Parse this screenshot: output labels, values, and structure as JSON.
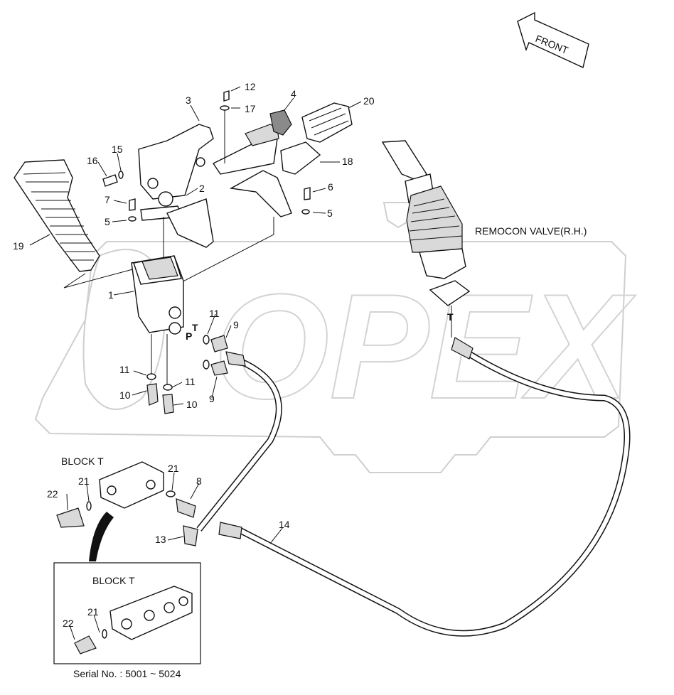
{
  "labels": {
    "front": "FRONT",
    "remocon": "REMOCON VALVE(R.H.)",
    "block_t_top": "BLOCK T",
    "block_t_inset": "BLOCK T",
    "serial": "Serial No. : 5001 ~ 5024",
    "port_p": "P",
    "port_t": "T",
    "valve_t": "T"
  },
  "callouts": {
    "c1": "1",
    "c2": "2",
    "c3": "3",
    "c4": "4",
    "c5a": "5",
    "c5b": "5",
    "c6": "6",
    "c7": "7",
    "c8": "8",
    "c9a": "9",
    "c9b": "9",
    "c10a": "10",
    "c10b": "10",
    "c11a": "11",
    "c11b": "11",
    "c11c": "11",
    "c12": "12",
    "c13": "13",
    "c14": "14",
    "c15": "15",
    "c16": "16",
    "c17": "17",
    "c18": "18",
    "c19": "19",
    "c20": "20",
    "c21a": "21",
    "c21b": "21",
    "c21c": "21",
    "c22a": "22",
    "c22b": "22"
  },
  "watermark": "OPEX"
}
